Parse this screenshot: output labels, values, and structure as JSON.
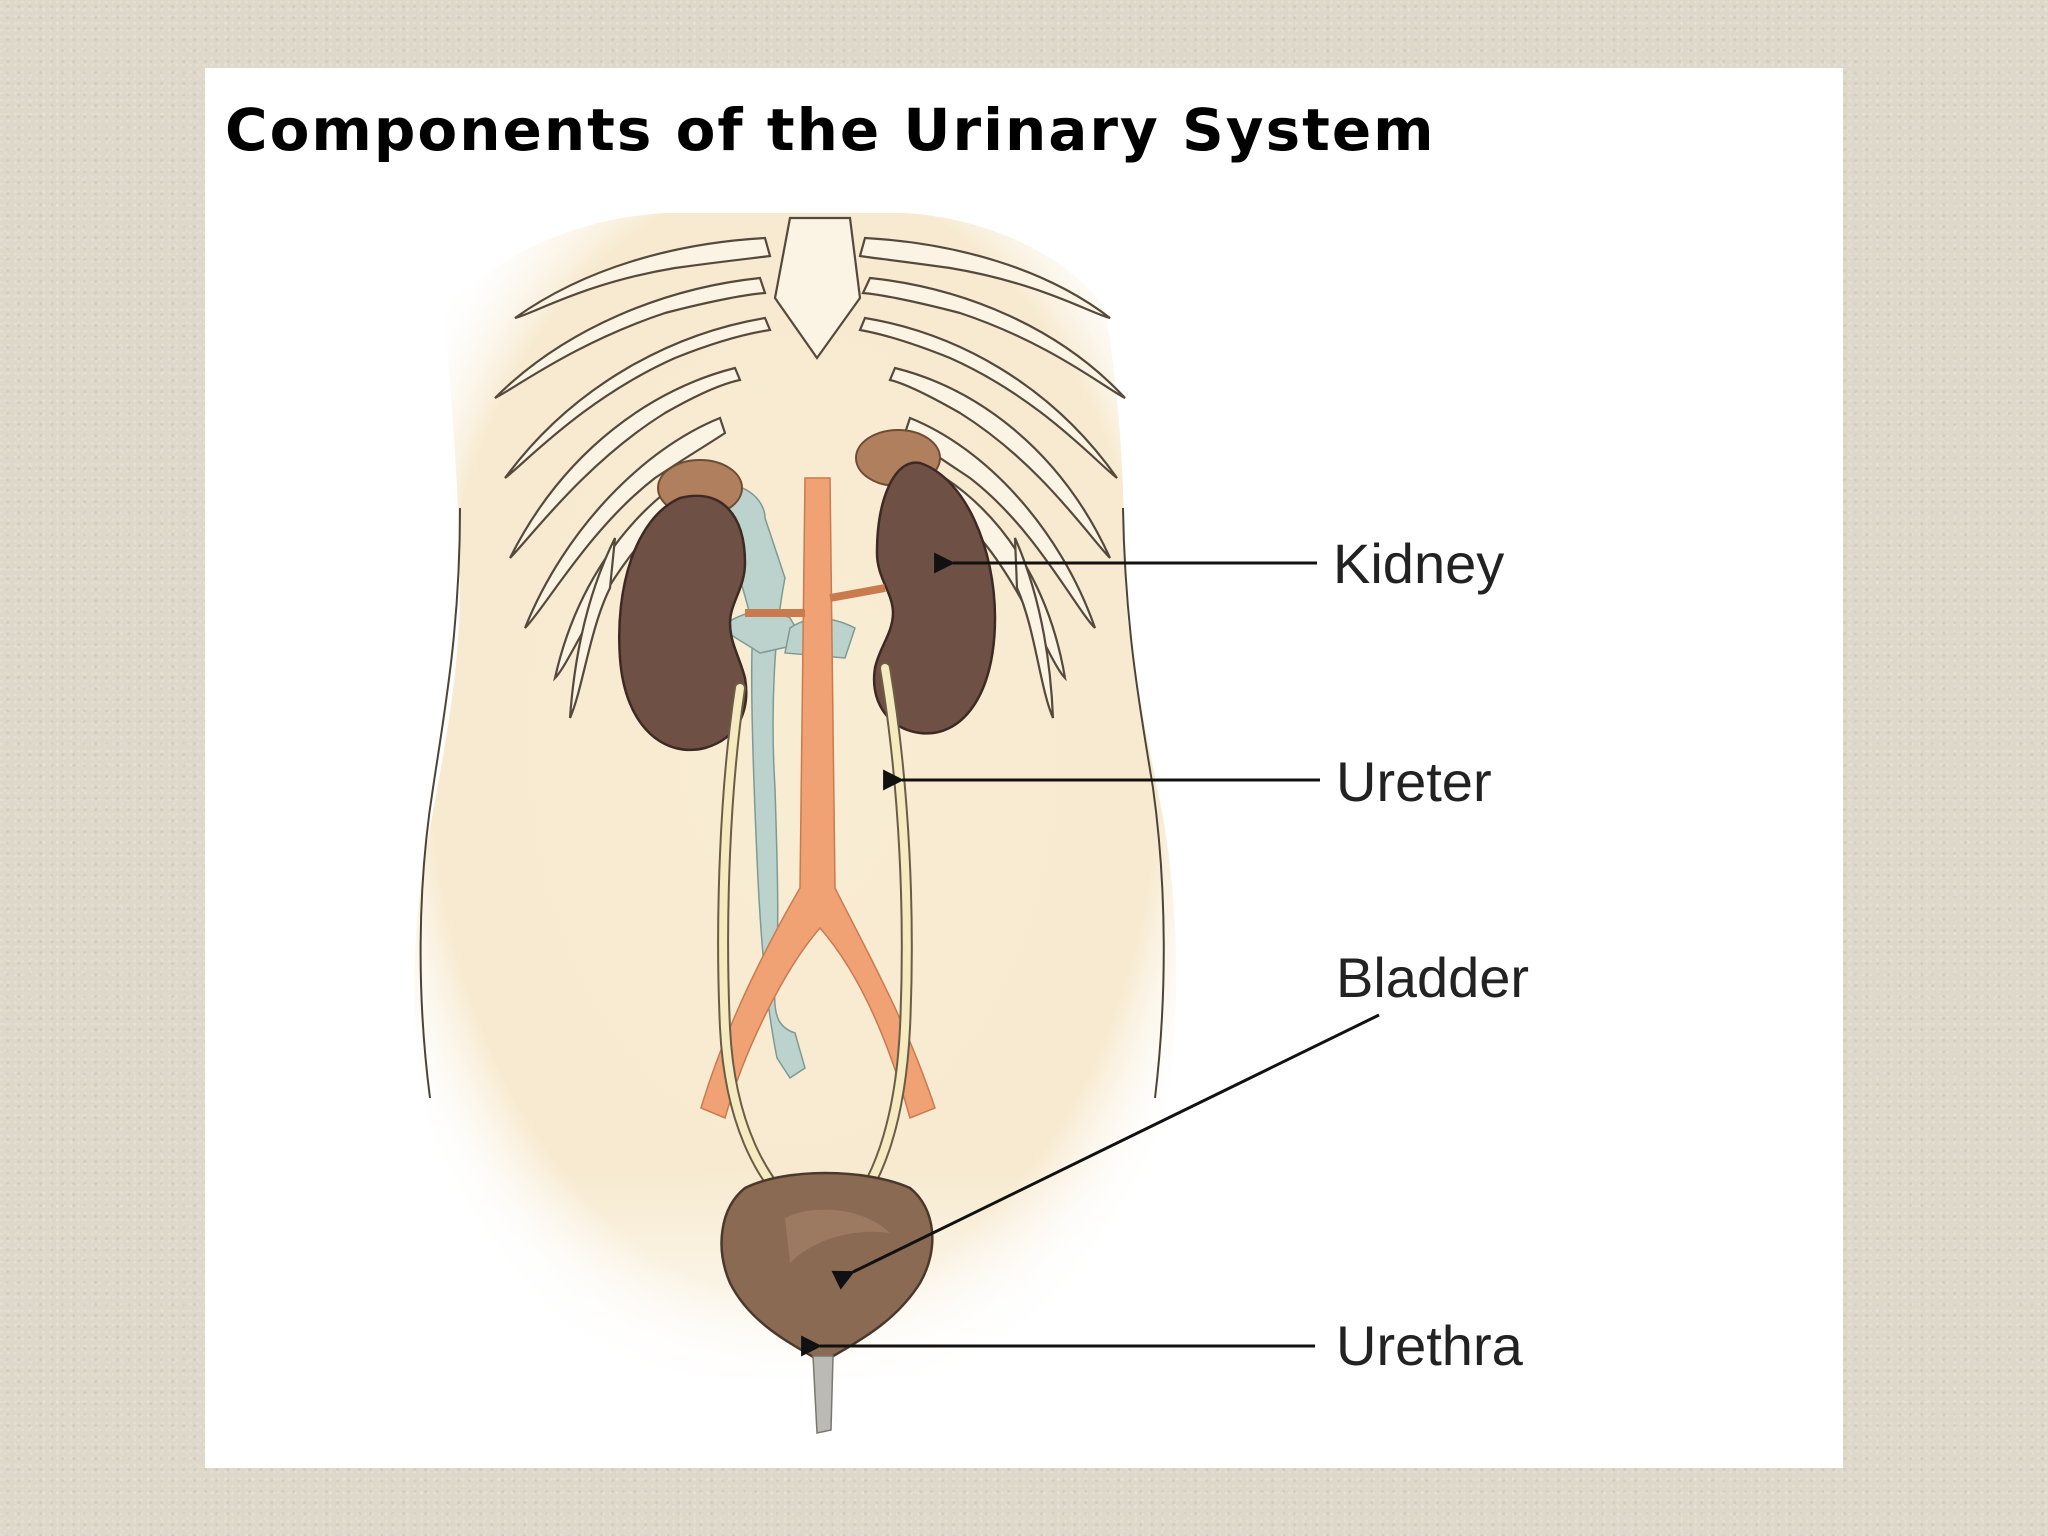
{
  "diagram": {
    "title": "Components of the Urinary System",
    "labels": {
      "kidney": "Kidney",
      "ureter": "Ureter",
      "bladder": "Bladder",
      "urethra": "Urethra"
    },
    "colors": {
      "background": "#ddd8c9",
      "panel": "#ffffff",
      "skin": "#f8ecd2",
      "kidney": "#6f5045",
      "adrenal": "#b07f5d",
      "aorta": "#f0a275",
      "vena_cava": "#bcd2cc",
      "ureter": "#f5eac0",
      "bladder": "#8a6a52",
      "leader_line": "#111111"
    }
  }
}
